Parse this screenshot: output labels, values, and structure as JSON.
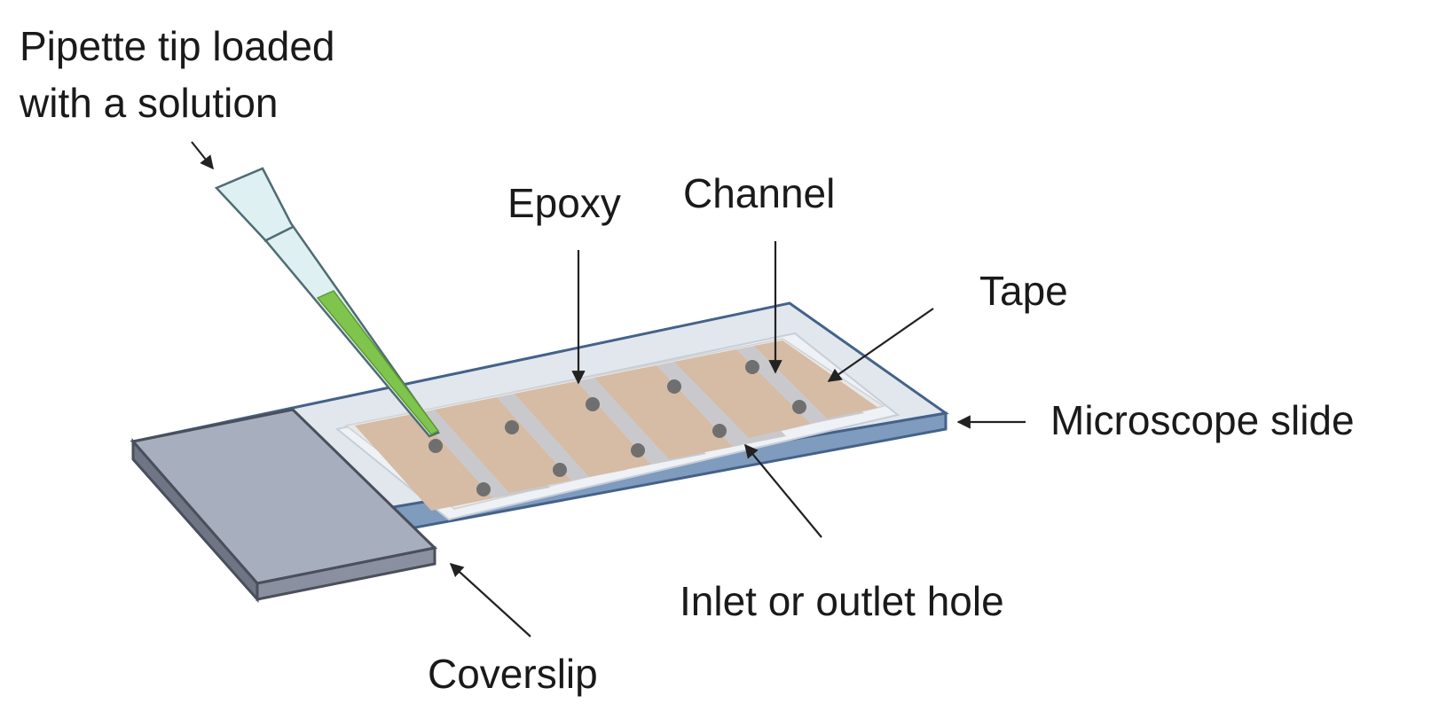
{
  "labels": {
    "pipette_line1": "Pipette tip loaded",
    "pipette_line2": "with a solution",
    "epoxy": "Epoxy",
    "channel": "Channel",
    "tape": "Tape",
    "microscope_slide": "Microscope slide",
    "inlet_outlet_hole": "Inlet or outlet hole",
    "coverslip": "Coverslip"
  },
  "colors": {
    "slide_edge": "#44628a",
    "slide_top": "#e2e7ee",
    "epoxy": "#e8e8e8",
    "tape": "#d6bba5",
    "channel": "#c9c9cd",
    "hole": "#6f6f6f",
    "coverslip": "#a7aebd",
    "solution": "#7fc44d"
  }
}
